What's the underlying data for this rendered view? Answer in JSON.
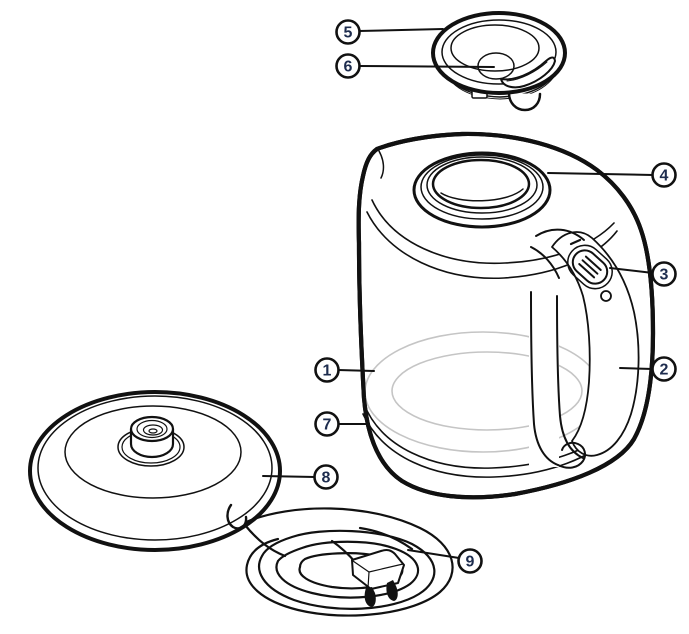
{
  "colors": {
    "background": "#ffffff",
    "line": "#111111",
    "callout_number": "#1d2c4e",
    "glass_water_mark": "#c5c5c5"
  },
  "callouts": [
    {
      "number": "1",
      "points_to": "glass-body"
    },
    {
      "number": "2",
      "points_to": "handle"
    },
    {
      "number": "3",
      "points_to": "power-switch"
    },
    {
      "number": "4",
      "points_to": "rim-opening"
    },
    {
      "number": "5",
      "points_to": "lid"
    },
    {
      "number": "6",
      "points_to": "lid-inner-well"
    },
    {
      "number": "7",
      "points_to": "body-bottom-band"
    },
    {
      "number": "8",
      "points_to": "power-base"
    },
    {
      "number": "9",
      "points_to": "power-cord-plug"
    }
  ]
}
